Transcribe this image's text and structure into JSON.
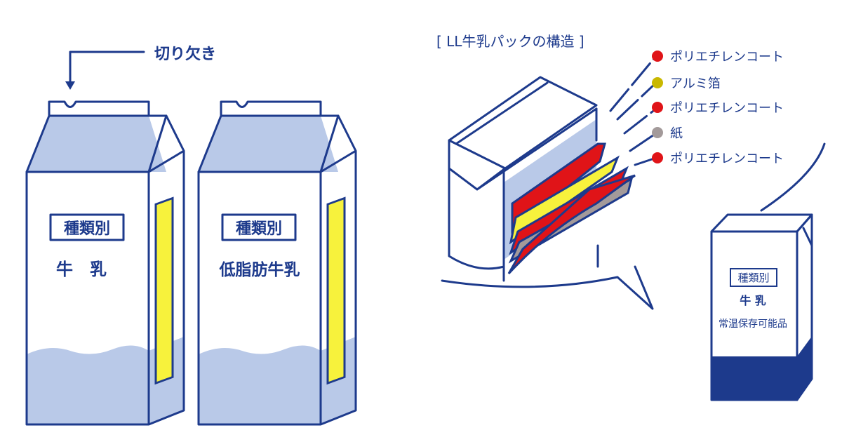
{
  "notch_callout": "切り欠き",
  "cartons": [
    {
      "category_label": "種類別",
      "name": "牛　乳"
    },
    {
      "category_label": "種類別",
      "name": "低脂肪牛乳"
    }
  ],
  "ll_section": {
    "title": "[ LL牛乳パックの構造 ]",
    "layers": [
      {
        "label": "ポリエチレンコート",
        "color": "#e01418"
      },
      {
        "label": "アルミ箔",
        "color": "#c9b800"
      },
      {
        "label": "ポリエチレンコート",
        "color": "#e01418"
      },
      {
        "label": "紙",
        "color": "#a39a9a"
      },
      {
        "label": "ポリエチレンコート",
        "color": "#e01418"
      }
    ],
    "ll_carton": {
      "category_label": "種類別",
      "name": "牛 乳",
      "note": "常温保存可能品"
    }
  },
  "colors": {
    "navy": "#1d3a8c",
    "light_blue": "#b9c9e8",
    "yellow": "#f7f23c"
  }
}
